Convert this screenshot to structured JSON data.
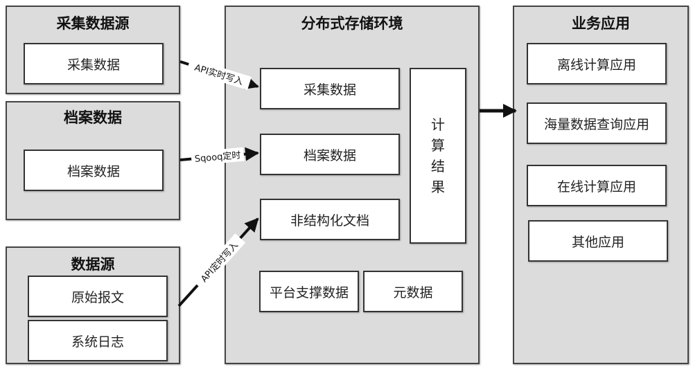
{
  "groups": {
    "collect_source": {
      "title": "采集数据源",
      "items": [
        "采集数据"
      ]
    },
    "archive_source": {
      "title": "档案数据",
      "items": [
        "档案数据"
      ]
    },
    "data_source": {
      "title": "数据源",
      "items": [
        "原始报文",
        "系统日志"
      ]
    },
    "storage": {
      "title": "分布式存储环境",
      "items": [
        "采集数据",
        "档案数据",
        "非结构化文档",
        "平台支撑数据",
        "元数据"
      ],
      "compute_result": [
        "计",
        "算",
        "结",
        "果"
      ]
    },
    "business": {
      "title": "业务应用",
      "items": [
        "离线计算应用",
        "海量数据查询应用",
        "在线计算应用",
        "其他应用"
      ]
    }
  },
  "connectors": [
    {
      "from": "采集数据源.采集数据",
      "to": "分布式存储环境.采集数据",
      "label": "API实时写入"
    },
    {
      "from": "档案数据.档案数据",
      "to": "分布式存储环境.档案数据",
      "label": "Sqooq定时"
    },
    {
      "from": "数据源",
      "to": "分布式存储环境.非结构化文档",
      "label": "API定时写入"
    },
    {
      "from": "分布式存储环境",
      "to": "业务应用",
      "label": ""
    }
  ]
}
